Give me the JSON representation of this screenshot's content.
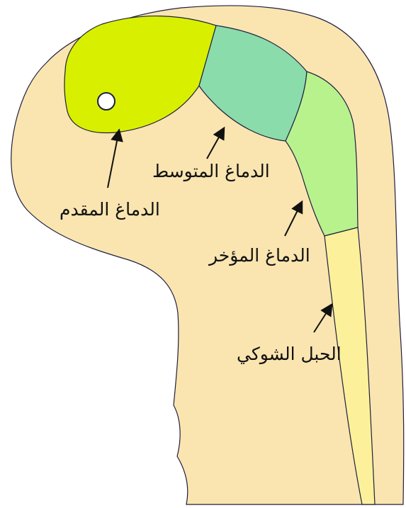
{
  "colors": {
    "background": "#ffffff",
    "embryo": "#fae5b0",
    "forebrain": "#d8f000",
    "midbrain": "#8adcab",
    "hindbrain": "#b8f28c",
    "spinal_cord": "#fcf19a",
    "eye": "#ffffff",
    "outline": "#1f1f40",
    "text": "#111111"
  },
  "icons": {
    "eye": "eye-icon",
    "arrows": "arrow-icon"
  },
  "labels": {
    "forebrain": "الدماغ المقدم",
    "midbrain": "الدماغ المتوسط",
    "hindbrain": "الدماغ المؤخر",
    "spinal_cord": "الحبل الشوكي"
  }
}
